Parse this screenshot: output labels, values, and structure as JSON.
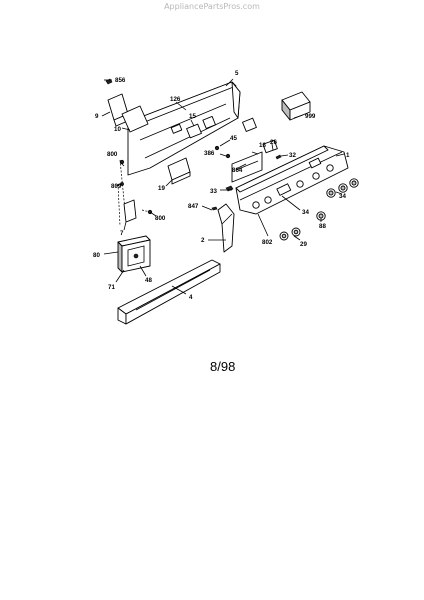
{
  "watermark": "AppliancePartsPros.com",
  "date_code": "8/98",
  "callouts": [
    "856",
    "5",
    "9",
    "126",
    "999",
    "10",
    "15",
    "45",
    "13",
    "26",
    "32",
    "1",
    "800",
    "386",
    "864",
    "19",
    "33",
    "809",
    "34",
    "847",
    "800",
    "7",
    "88",
    "2",
    "802",
    "29",
    "80",
    "48",
    "71",
    "4"
  ]
}
